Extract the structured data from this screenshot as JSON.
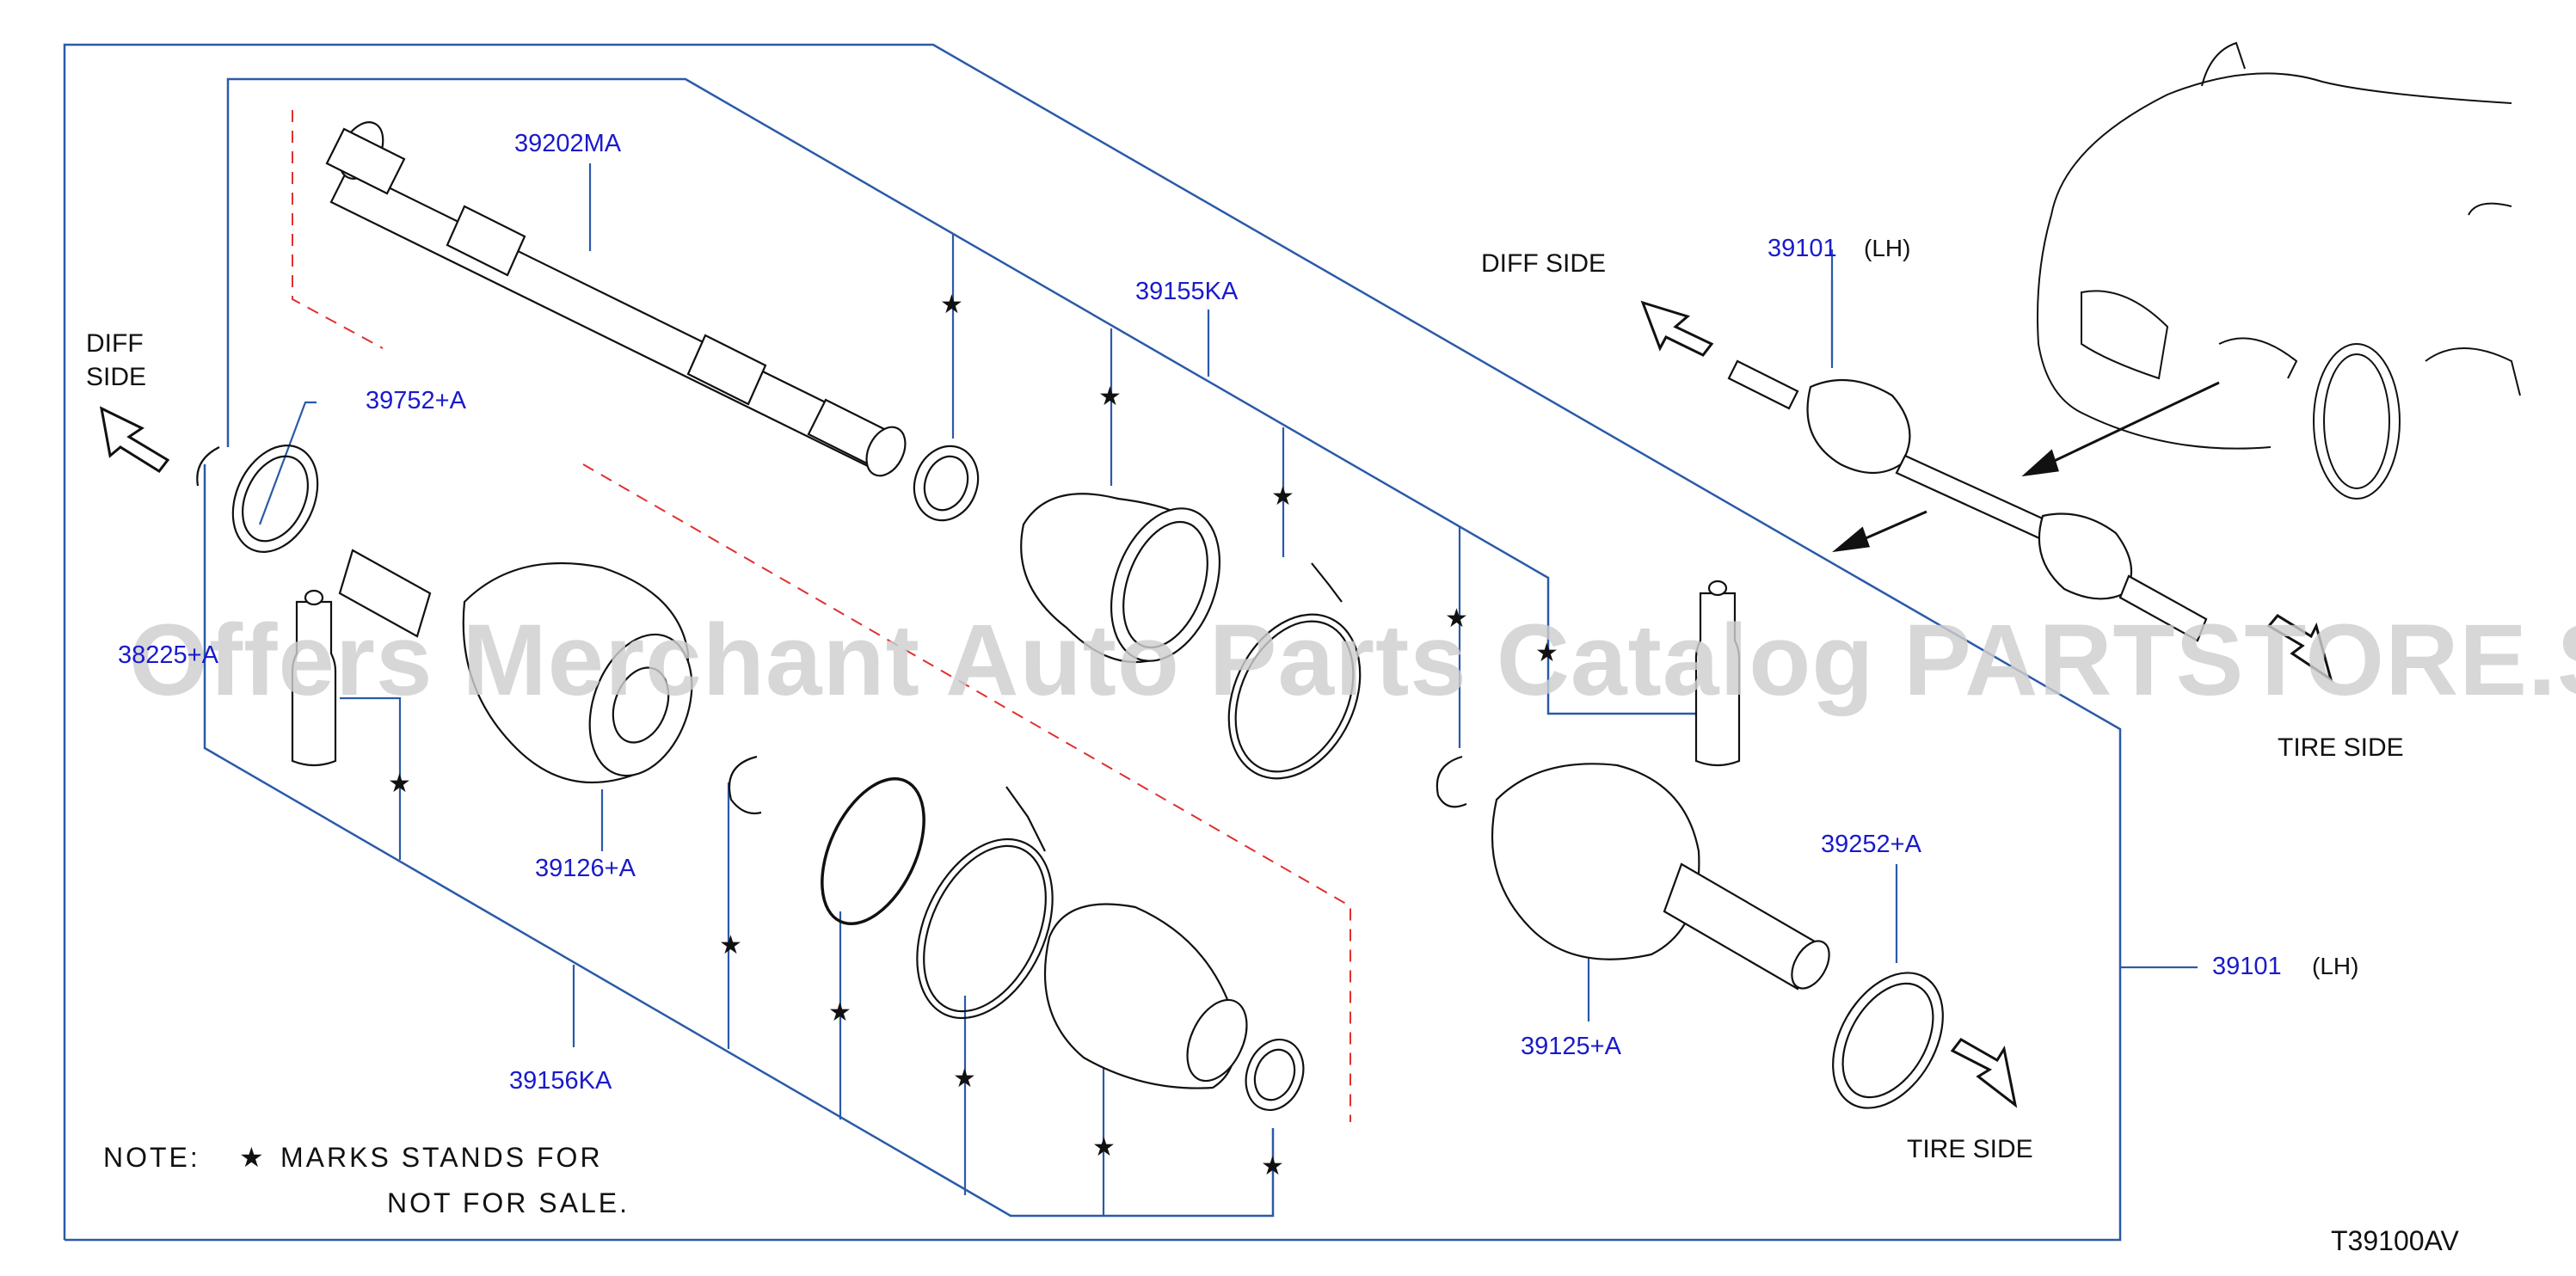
{
  "diagram_code": "T39100AV",
  "watermark": "Offers Merchant Auto Parts Catalog PARTSTORE.SA",
  "directions": {
    "diff_side_left_1": "DIFF",
    "diff_side_left_2": "SIDE",
    "diff_side_right": "DIFF   SIDE",
    "tire_side_right": "TIRE   SIDE",
    "tire_side_bottom": "TIRE   SIDE"
  },
  "parts": {
    "p39202MA": "39202MA",
    "p39155KA": "39155KA",
    "p39752A": "39752+A",
    "p38225": "38225+A",
    "p39126A": "39126+A",
    "p39156KA": "39156KA",
    "p39125A": "39125+A",
    "p39252A": "39252+A",
    "p39101_assy": "39101",
    "p39101_assy_side": "(LH)",
    "p39101_inset": "39101",
    "p39101_inset_side": "(LH)"
  },
  "note": {
    "prefix": "NOTE:",
    "star": "★",
    "line1": "MARKS   STANDS   FOR",
    "line2": "NOT   FOR   SALE."
  },
  "colors": {
    "part_number": "#1a1acc",
    "leader": "#2b5aa8",
    "line": "#111111",
    "dashed": "#e03030"
  }
}
